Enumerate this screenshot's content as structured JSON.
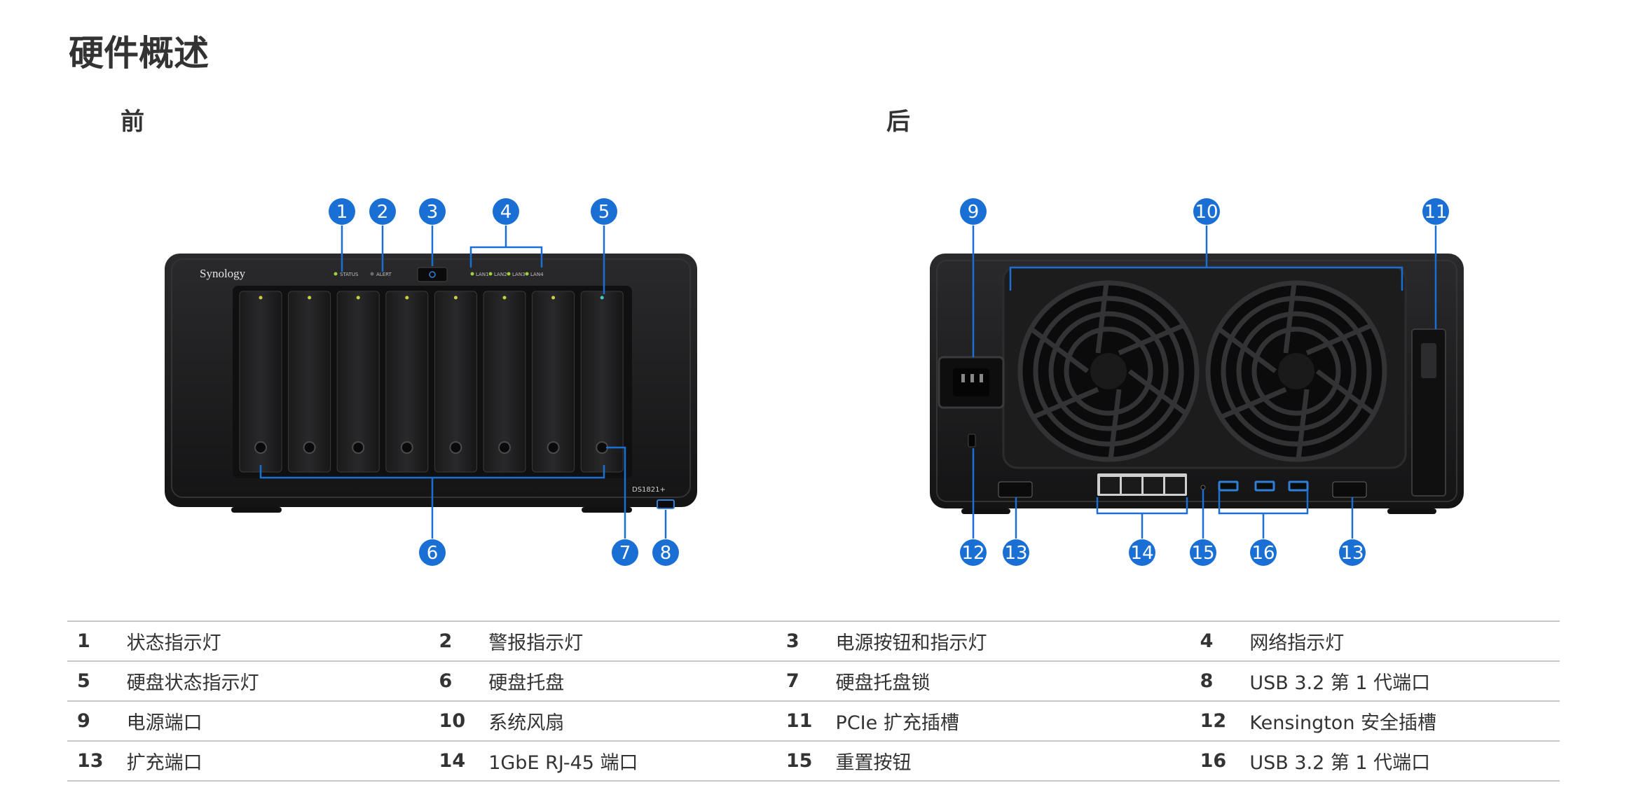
{
  "title": "硬件概述",
  "sections": {
    "front": "前",
    "back": "后"
  },
  "front_labels": {
    "brand": "Synology",
    "model": "DS1821+",
    "status": "STATUS",
    "alert": "ALERT",
    "lan": [
      "LAN1",
      "LAN2",
      "LAN3",
      "LAN4"
    ]
  },
  "callouts": {
    "front": [
      "1",
      "2",
      "3",
      "4",
      "5",
      "6",
      "7",
      "8"
    ],
    "back": [
      "9",
      "10",
      "11",
      "12",
      "13",
      "14",
      "15",
      "16",
      "13"
    ]
  },
  "legend": [
    {
      "num": "1",
      "label": "状态指示灯"
    },
    {
      "num": "2",
      "label": "警报指示灯"
    },
    {
      "num": "3",
      "label": "电源按钮和指示灯"
    },
    {
      "num": "4",
      "label": "网络指示灯"
    },
    {
      "num": "5",
      "label": "硬盘状态指示灯"
    },
    {
      "num": "6",
      "label": "硬盘托盘"
    },
    {
      "num": "7",
      "label": "硬盘托盘锁"
    },
    {
      "num": "8",
      "label": "USB 3.2 第 1 代端口"
    },
    {
      "num": "9",
      "label": "电源端口"
    },
    {
      "num": "10",
      "label": "系统风扇"
    },
    {
      "num": "11",
      "label": "PCIe 扩充插槽"
    },
    {
      "num": "12",
      "label": "Kensington 安全插槽"
    },
    {
      "num": "13",
      "label": "扩充端口"
    },
    {
      "num": "14",
      "label": "1GbE RJ-45 端口"
    },
    {
      "num": "15",
      "label": "重置按钮"
    },
    {
      "num": "16",
      "label": "USB 3.2 第 1 代端口"
    }
  ],
  "colors": {
    "callout": "#1a6fd4",
    "device": "#1d1d1f",
    "led": "#9fd23a"
  }
}
